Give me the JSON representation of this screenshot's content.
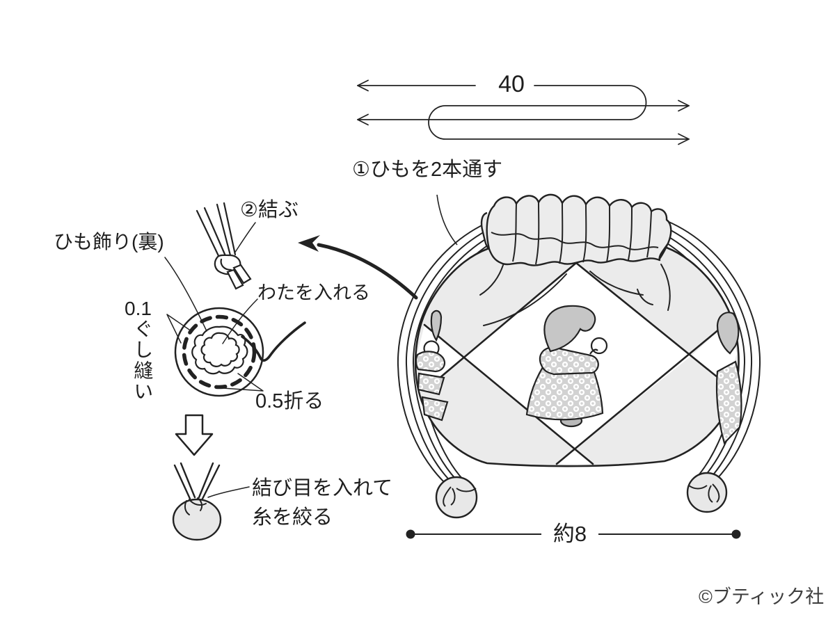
{
  "diagram": {
    "cord_dimension": "40",
    "step1_label": "①ひもを2本通す",
    "step2_label": "②結ぶ",
    "ornament_label": "ひも飾り(裏)",
    "stuffing_label": "わたを入れる",
    "stitch_value": "0.1",
    "stitch_label": "ぐし縫い",
    "fold_label": "0.5折る",
    "tie_note_line1": "結び目を入れて",
    "tie_note_line2": "糸を絞る",
    "bag_width_dimension": "約8",
    "credit": "©ブティック社",
    "colors": {
      "line": "#222222",
      "bag_fill": "#ebebeb",
      "ruffle_fill": "#ececec",
      "bonnet_fill": "#c6c6c6",
      "dot_base": "#d2d2d2",
      "ball_fill": "#e8e8e8"
    }
  }
}
